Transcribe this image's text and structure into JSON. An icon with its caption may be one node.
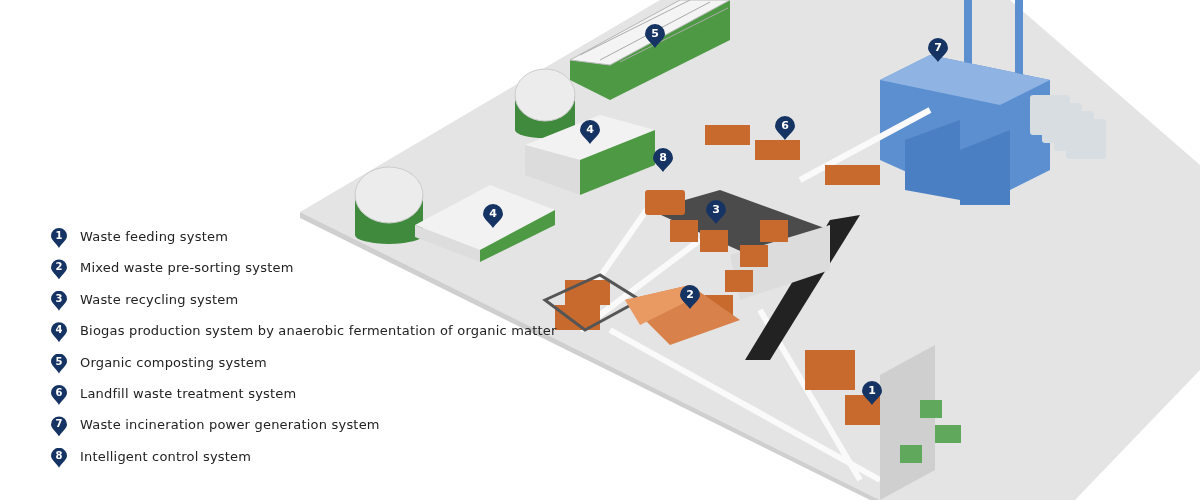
{
  "diagram": {
    "labels": [
      "5",
      "7",
      "6",
      "4",
      "8",
      "3",
      "4",
      "2",
      "1",
      "1",
      "Waste feeding system",
      "2",
      "Mixed waste pre-sorting system",
      "3",
      "Waste recycling system",
      "4",
      "Biogas production system by anaerobic fermentation of organic matter",
      "5",
      "Organic composting system",
      "6",
      "Landfill waste treatment system",
      "7",
      "Waste incineration power generation system",
      "8",
      "Intelligent control system"
    ]
  }
}
